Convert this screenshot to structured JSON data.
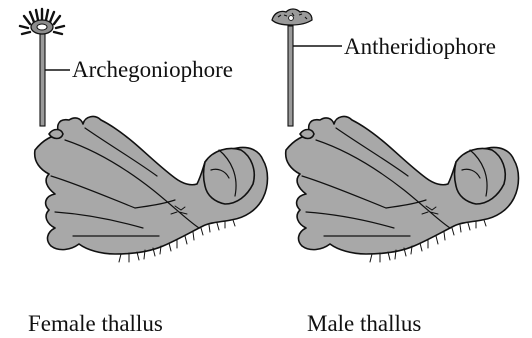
{
  "labels": {
    "female_structure": "Archegoniophore",
    "male_structure": "Antheridiophore"
  },
  "captions": {
    "female": "Female thallus",
    "male": "Male thallus"
  },
  "colors": {
    "thallus_fill": "#a8a8a8",
    "outline": "#111111",
    "background": "#ffffff"
  }
}
